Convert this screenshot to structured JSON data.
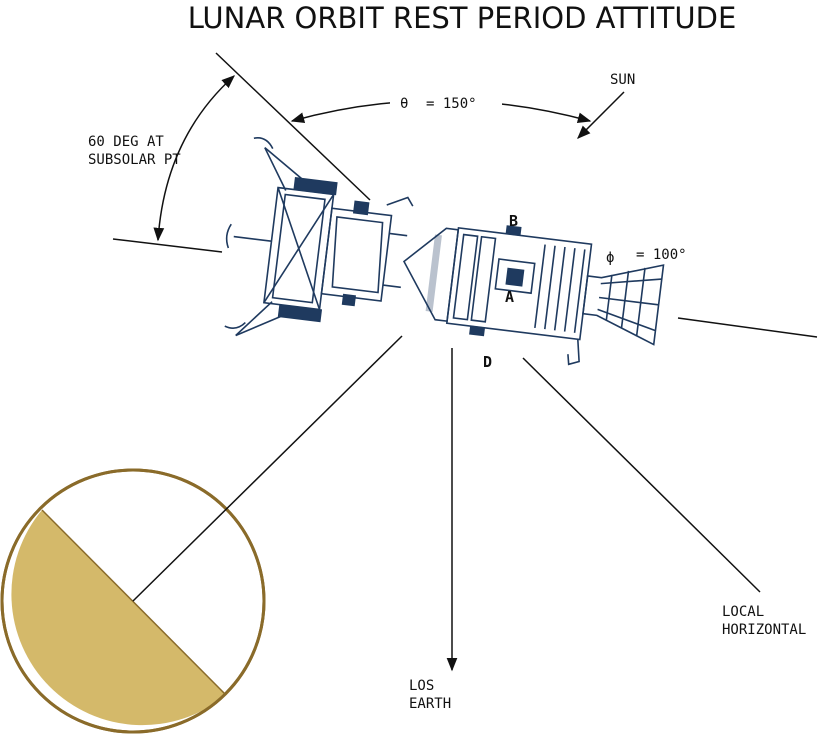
{
  "title": "LUNAR ORBIT REST PERIOD ATTITUDE",
  "labels": {
    "sub60_line1": "60 DEG AT",
    "sub60_line2": "SUBSOLAR PT",
    "theta_symbol": "θ",
    "theta_value": "= 150°",
    "sun": "SUN",
    "phi_symbol": "ϕ",
    "phi_value": "= 100°",
    "point_b": "B",
    "point_a": "A",
    "point_d": "D",
    "los_line1": "LOS",
    "los_line2": "EARTH",
    "local_line1": "LOCAL",
    "local_line2": "HORIZONTAL"
  },
  "colors": {
    "spacecraft": "#1f3a5f",
    "moon_shade": "#d4b96a",
    "moon_outline": "#8a6b2a",
    "lines": "#111111"
  }
}
